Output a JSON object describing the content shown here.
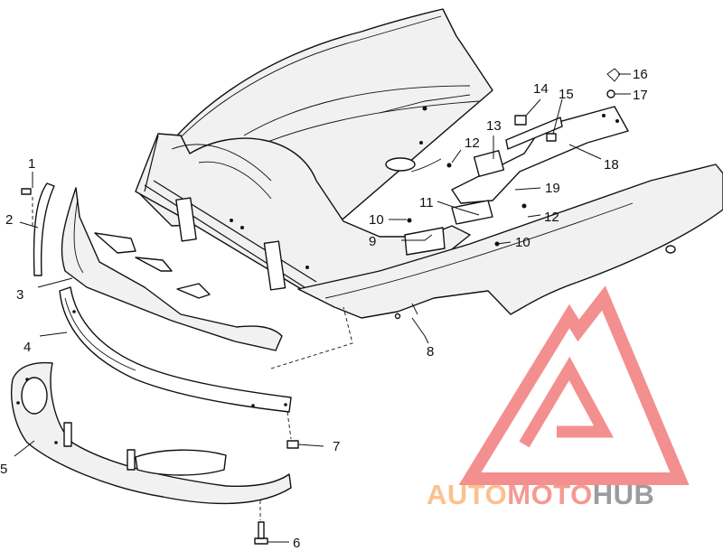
{
  "callouts": [
    {
      "id": "1",
      "text": "1"
    },
    {
      "id": "2",
      "text": "2"
    },
    {
      "id": "3",
      "text": "3"
    },
    {
      "id": "4",
      "text": "4"
    },
    {
      "id": "5",
      "text": "5"
    },
    {
      "id": "6",
      "text": "6"
    },
    {
      "id": "7",
      "text": "7"
    },
    {
      "id": "8",
      "text": "8"
    },
    {
      "id": "9",
      "text": "9"
    },
    {
      "id": "10a",
      "text": "10"
    },
    {
      "id": "10b",
      "text": "10"
    },
    {
      "id": "11",
      "text": "11"
    },
    {
      "id": "12a",
      "text": "12"
    },
    {
      "id": "12b",
      "text": "12"
    },
    {
      "id": "13",
      "text": "13"
    },
    {
      "id": "14",
      "text": "14"
    },
    {
      "id": "15",
      "text": "15"
    },
    {
      "id": "16",
      "text": "16"
    },
    {
      "id": "17",
      "text": "17"
    },
    {
      "id": "18",
      "text": "18"
    },
    {
      "id": "19",
      "text": "19"
    }
  ],
  "watermark": {
    "part1": "AUTO",
    "part2": "MOTO",
    "part3": "HUB",
    "color_auto": "#fbc18f",
    "color_moto": "#f59a92",
    "color_hub": "#9c9c9c",
    "logo_color": "#f38686"
  }
}
